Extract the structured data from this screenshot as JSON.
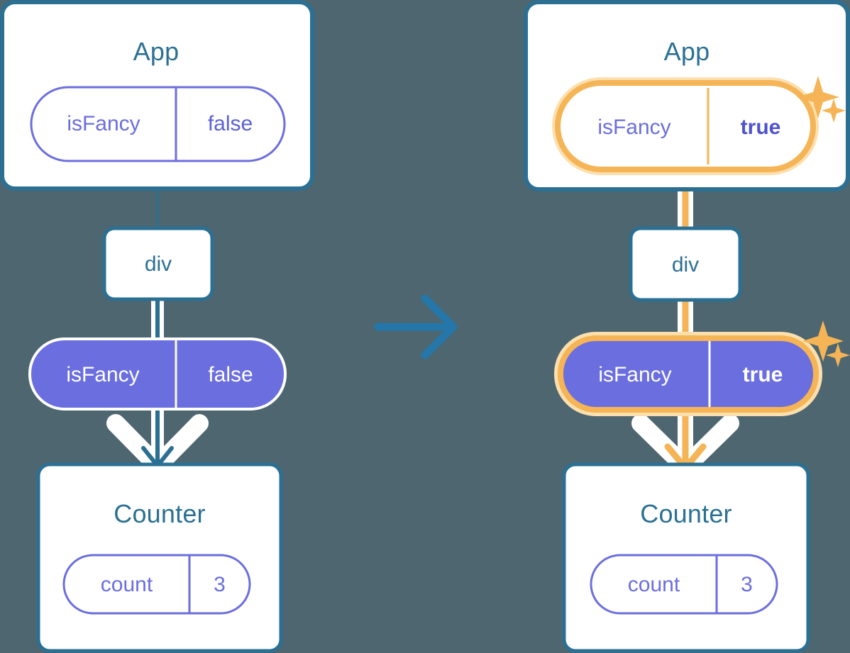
{
  "diagram": {
    "title": "State update propagation diagram",
    "type": "react-state-flow",
    "background_color": "#4d6670",
    "transition_arrow": "arrow-right",
    "colors": {
      "box_border_blue": "#2b7093",
      "title_blue": "#2b7093",
      "pill_purple": "#6b6ede",
      "pill_outline_purple": "#6b6ede",
      "highlight_orange": "#f5b455",
      "highlight_orange_glow": "#fbdfae",
      "line_blue": "#2b7093",
      "line_light_blue": "#cfdcf0",
      "white": "#ffffff"
    },
    "panels": [
      {
        "id": "before",
        "root": {
          "name": "App",
          "state": {
            "key": "isFancy",
            "value": "false",
            "highlighted": false
          }
        },
        "element": {
          "name": "div"
        },
        "prop": {
          "key": "isFancy",
          "value": "false",
          "highlighted": false
        },
        "child": {
          "name": "Counter",
          "state": {
            "key": "count",
            "value": "3",
            "highlighted": false
          }
        },
        "sparkles": false
      },
      {
        "id": "after",
        "root": {
          "name": "App",
          "state": {
            "key": "isFancy",
            "value": "true",
            "highlighted": true
          }
        },
        "element": {
          "name": "div"
        },
        "prop": {
          "key": "isFancy",
          "value": "true",
          "highlighted": true
        },
        "child": {
          "name": "Counter",
          "state": {
            "key": "count",
            "value": "3",
            "highlighted": false
          }
        },
        "sparkles": true
      }
    ],
    "icons": {
      "sparkle_large": "sparkle-icon",
      "sparkle_small": "sparkle-small-icon",
      "arrow": "arrow-right-icon"
    }
  }
}
